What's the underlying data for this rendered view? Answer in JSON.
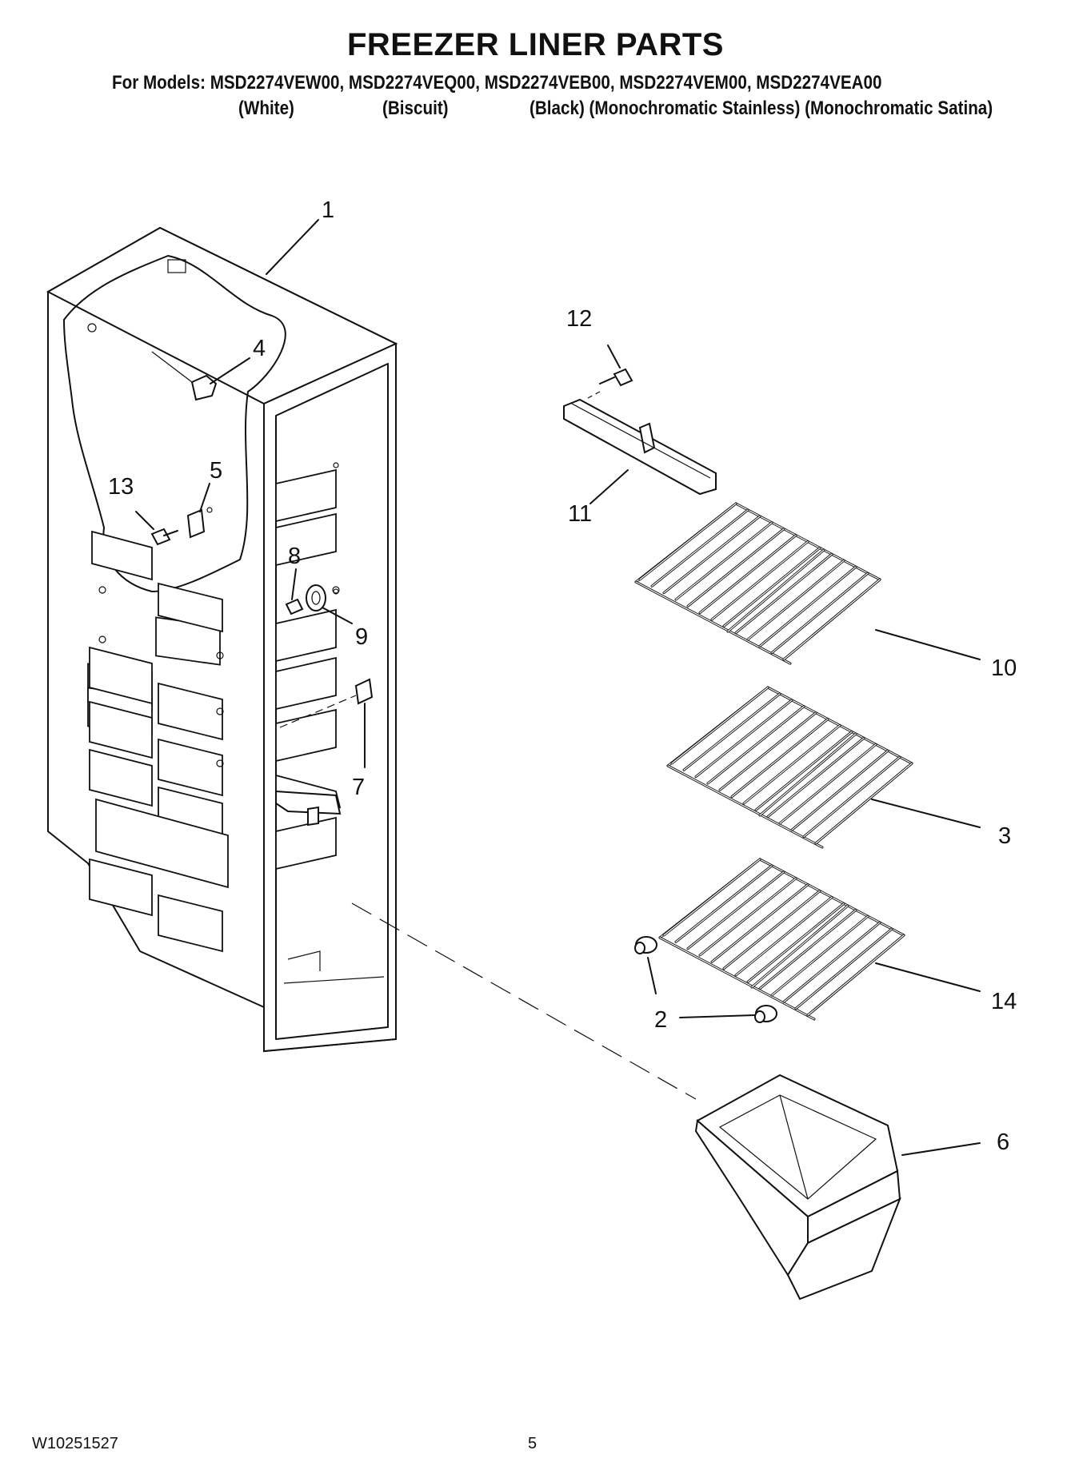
{
  "header": {
    "title": "FREEZER LINER PARTS",
    "models_line": "For Models: MSD2274VEW00, MSD2274VEQ00, MSD2274VEB00, MSD2274VEM00, MSD2274VEA00",
    "variants": [
      "(White)",
      "(Biscuit)",
      "(Black) (Monochromatic Stainless) (Monochromatic Satina)"
    ]
  },
  "callouts": [
    "1",
    "2",
    "3",
    "4",
    "5",
    "6",
    "7",
    "8",
    "9",
    "10",
    "11",
    "12",
    "13",
    "14"
  ],
  "footer": {
    "document_code": "W10251527",
    "page_number": "5"
  }
}
